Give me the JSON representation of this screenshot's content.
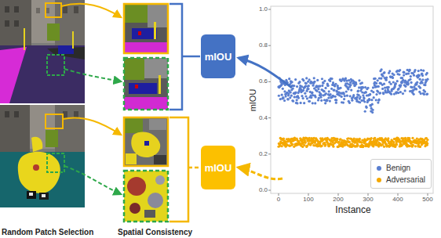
{
  "diagram": {
    "nodes": [
      {
        "text": [
          "mIOU"
        ]
      },
      {
        "text": [
          "mIOU"
        ]
      }
    ],
    "labels": [
      "Random Patch Selection",
      "Spatial Consistency",
      "mIOU",
      "Instance",
      "0.0",
      "0.2",
      "0.4",
      "0.6",
      "0.8",
      "1.0",
      "0",
      "100",
      "200",
      "300",
      "400",
      "500"
    ],
    "legend": [
      {
        "text": "Benign",
        "color": "#5a7fd0"
      },
      {
        "text": "Adversarial",
        "color": "#f5a800"
      }
    ]
  }
}
